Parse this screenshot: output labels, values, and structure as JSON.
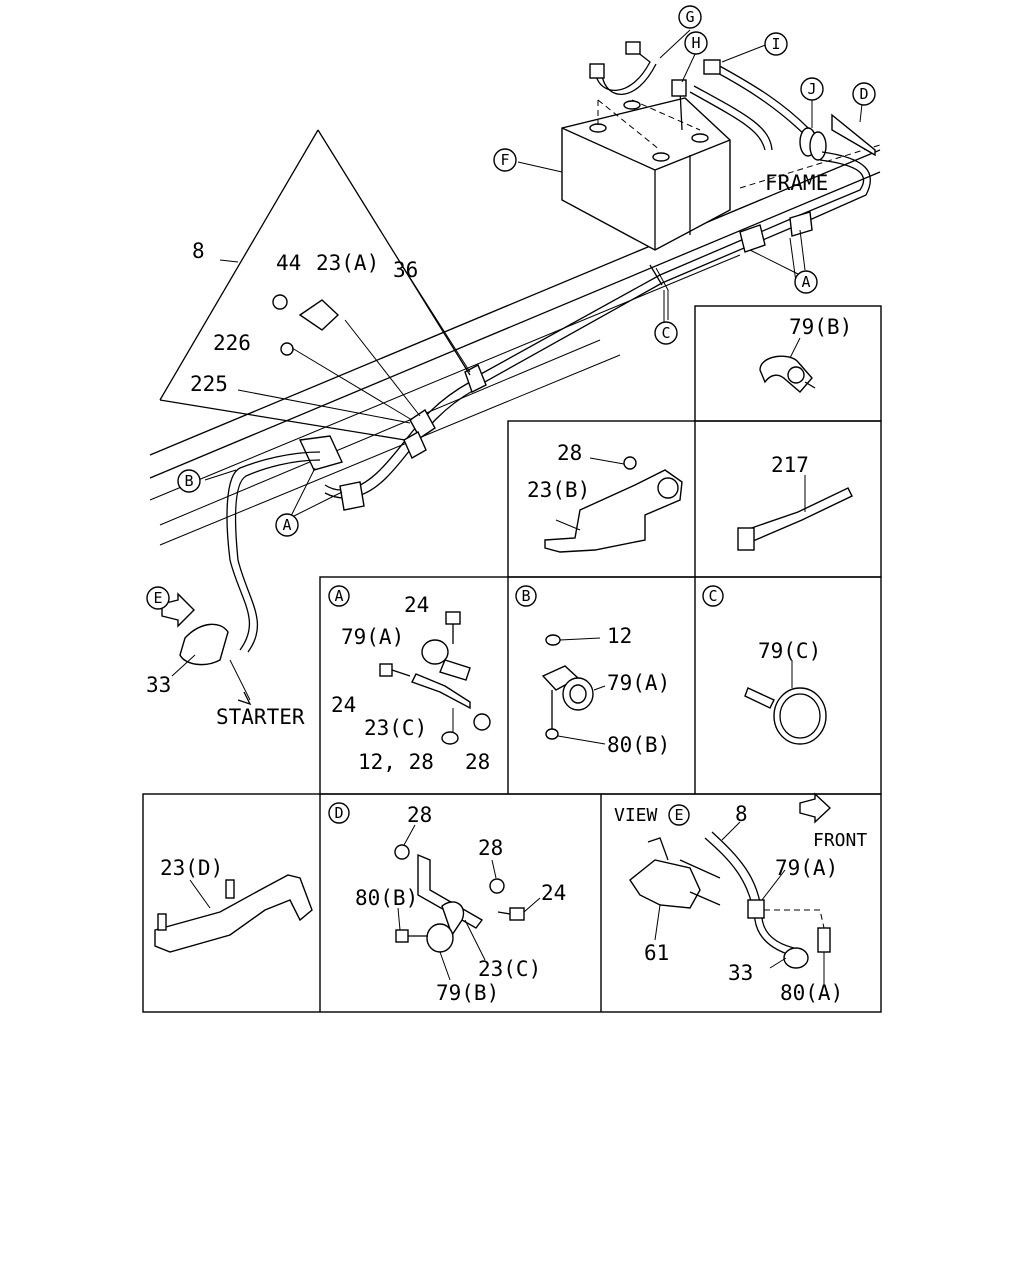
{
  "callouts": {
    "G": "G",
    "H": "H",
    "I": "I",
    "J": "J",
    "D": "D",
    "F": "F",
    "A_main": "A",
    "C_main": "C",
    "B_main": "B",
    "A_left": "A",
    "E_main": "E"
  },
  "labels": {
    "frame": "FRAME",
    "starter": "STARTER",
    "front": "FRONT",
    "view_word": "VIEW",
    "view_letter": "E"
  },
  "parts": {
    "p8": "8",
    "p44": "44",
    "p23a": "23(A)",
    "p36": "36",
    "p226": "226",
    "p225": "225",
    "p33": "33",
    "p79b_top": "79(B)",
    "p28_b": "28",
    "p23b": "23(B)",
    "p217": "217",
    "a_24_top": "24",
    "a_79a": "79(A)",
    "a_24_left": "24",
    "a_23c": "23(C)",
    "a_12_28": "12, 28",
    "a_28": "28",
    "b_12": "12",
    "b_79a": "79(A)",
    "b_80b": "80(B)",
    "c_79c": "79(C)",
    "d_23d": "23(D)",
    "dd_28_top": "28",
    "dd_28_mid": "28",
    "dd_80b": "80(B)",
    "dd_24": "24",
    "dd_23c": "23(C)",
    "dd_79b": "79(B)",
    "v_8": "8",
    "v_79a": "79(A)",
    "v_61": "61",
    "v_33": "33",
    "v_80a": "80(A)"
  },
  "panels": {
    "A": "A",
    "B": "B",
    "C": "C",
    "D": "D"
  }
}
